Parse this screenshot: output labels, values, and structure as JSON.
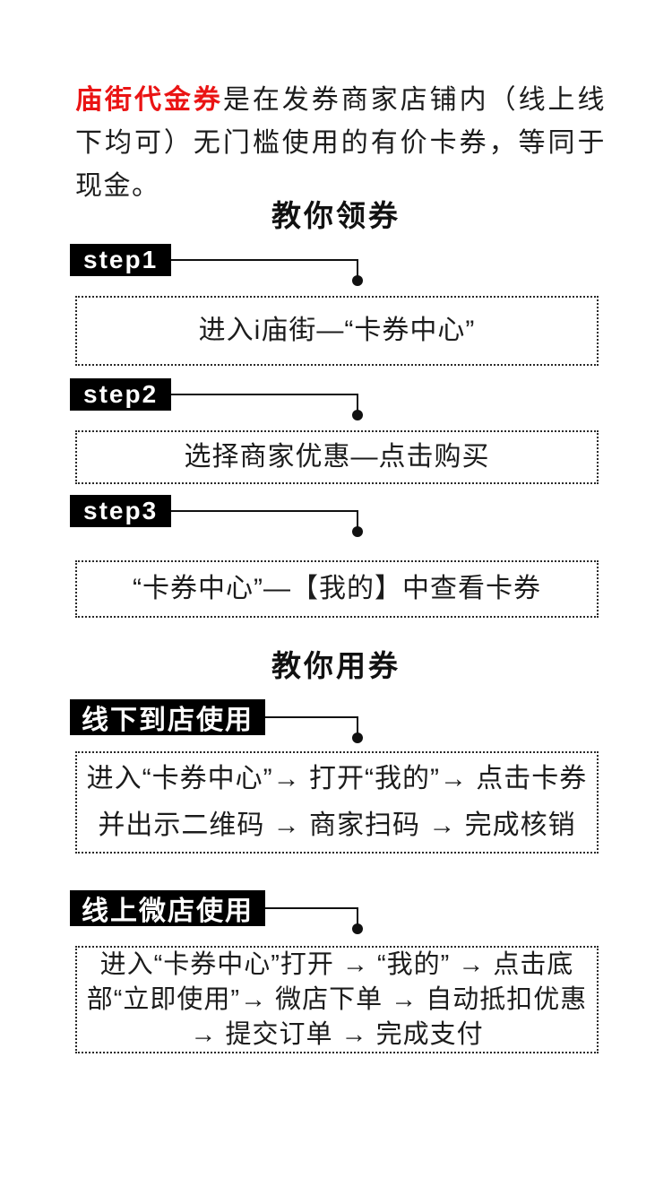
{
  "colors": {
    "background": "#ffffff",
    "accent_red": "#ea1414",
    "badge_bg": "#000000",
    "badge_text": "#ffffff",
    "text": "#1c1c1c"
  },
  "intro": {
    "highlight": "庙街代金券",
    "rest": "是在发券商家店铺内（线上线下均可）无门槛使用的有价卡券，等同于现金。"
  },
  "section_claim": {
    "title": "教你领券",
    "steps": [
      {
        "badge": "step1",
        "text": "进入i庙街—“卡券中心”"
      },
      {
        "badge": "step2",
        "text": "选择商家优惠—点击购买"
      },
      {
        "badge": "step3",
        "text": "“卡券中心”—【我的】中查看卡券"
      }
    ]
  },
  "section_use": {
    "title": "教你用券",
    "methods": [
      {
        "badge": "线下到店使用",
        "lines": [
          "进入“卡券中心”→ 打开“我的”→ 点击卡券",
          "并出示二维码 → 商家扫码 → 完成核销"
        ]
      },
      {
        "badge": "线上微店使用",
        "lines": [
          "进入“卡券中心”打开 → “我的” → 点击底",
          "部“立即使用”→ 微店下单 → 自动抵扣优惠",
          "→ 提交订单 → 完成支付"
        ]
      }
    ]
  }
}
